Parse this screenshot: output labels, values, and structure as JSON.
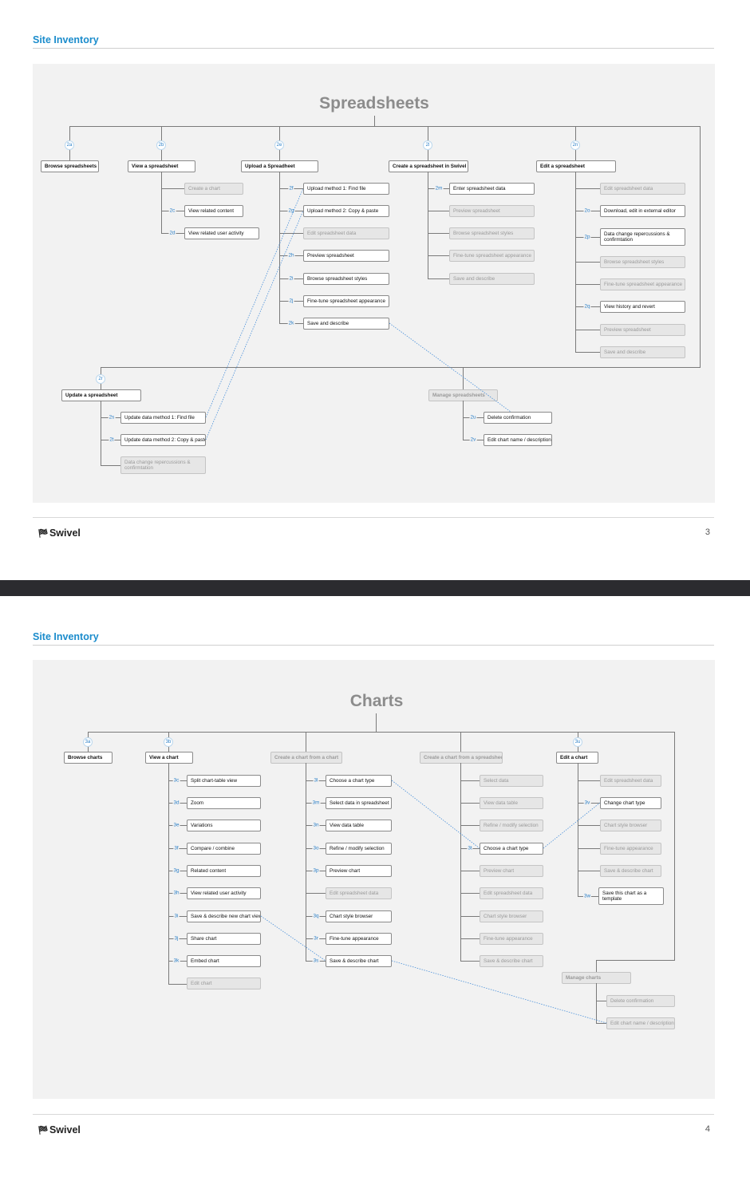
{
  "pages": [
    {
      "section_title": "Site Inventory",
      "diagram_title": "Spreadsheets",
      "logo": "Swivel",
      "page_number": "3",
      "badges": {
        "b2a": "2a",
        "b2b": "2b",
        "b2e": "2e",
        "b2l": "2l",
        "b2n": "2n",
        "b2r": "2r"
      },
      "nums": {
        "n2c": "2c",
        "n2d": "2d",
        "n2f": "2f",
        "n2g": "2g",
        "n2h": "2h",
        "n2i": "2i",
        "n2j": "2j",
        "n2k": "2k",
        "n2m": "2m",
        "n2o": "2o",
        "n2p": "2p",
        "n2q": "2q",
        "n2s": "2s",
        "n2t": "2t",
        "n2u": "2u",
        "n2v": "2v"
      },
      "nodes": {
        "browse_spreadsheets": "Browse spreadsheets",
        "view_spreadsheet": "View a spreadsheet",
        "create_chart": "Create a chart",
        "view_related_content": "View related content",
        "view_related_user_activity": "View related user activity",
        "upload_spreadsheet": "Upload a Spreadheet",
        "upload_find_file": "Upload method 1: Find file",
        "upload_copy_paste": "Upload method 2: Copy & paste",
        "edit_spreadsheet_data_a": "Edit spreadsheet data",
        "preview_spreadsheet_a": "Preview spreadsheet",
        "browse_spreadsheet_styles_a": "Browse spreadsheet styles",
        "fine_tune_a": "Fine-tune spreadsheet appearance",
        "save_describe_a": "Save and describe",
        "create_in_swivel": "Create a spreadsheet in Swivel",
        "enter_data": "Enter spreadsheet data",
        "preview_spreadsheet_b": "Preview spreadsheet",
        "browse_spreadsheet_styles_b": "Browse spreadsheet styles",
        "fine_tune_b": "Fine-tune spreadsheet appearance",
        "save_describe_b": "Save and describe",
        "edit_spreadsheet": "Edit a spreadsheet",
        "edit_spreadsheet_data_c": "Edit spreadsheet data",
        "download_external": "Download, edit in external editor",
        "data_change_repercussions_c": "Data change repercussions & confirmtation",
        "browse_spreadsheet_styles_c": "Browse spreadsheet styles",
        "fine_tune_c": "Fine-tune spreadsheet appearance",
        "view_history_revert": "View history and revert",
        "preview_spreadsheet_c": "Preview spreadsheet",
        "save_describe_c": "Save and describe",
        "update_spreadsheet": "Update a spreadsheet",
        "update_find_file": "Update data method 1: Find file",
        "update_copy_paste": "Update data method 2: Copy & paste",
        "update_repercussions": "Data change repercussions & confirmtation",
        "manage_spreadsheets": "Manage spreadsheets",
        "delete_confirmation": "Delete confirmation",
        "edit_chart_name": "Edit chart name / description"
      }
    },
    {
      "section_title": "Site Inventory",
      "diagram_title": "Charts",
      "logo": "Swivel",
      "page_number": "4",
      "badges": {
        "b3a": "3a",
        "b3b": "3b",
        "b3u": "3u"
      },
      "nums": {
        "n3c": "3c",
        "n3d": "3d",
        "n3e": "3e",
        "n3f": "3f",
        "n3g": "3g",
        "n3h": "3h",
        "n3i": "3i",
        "n3j": "3j",
        "n3k": "3k",
        "n3l": "3l",
        "n3m": "3m",
        "n3n": "3n",
        "n3o": "3o",
        "n3p": "3p",
        "n3q": "3q",
        "n3r": "3r",
        "n3s": "3s",
        "n3t": "3t",
        "n3v": "3v",
        "n3w": "3w"
      },
      "nodes": {
        "browse_charts": "Browse charts",
        "view_chart": "View a chart",
        "split_view": "Split chart-table view",
        "zoom": "Zoom",
        "variations": "Variations",
        "compare_combine": "Compare / combine",
        "related_content": "Related content",
        "view_related_user_activity": "View related user activity",
        "save_new_view": "Save & describe new chart view",
        "share_chart": "Share chart",
        "embed_chart": "Embed chart",
        "edit_chart_a": "Edit chart",
        "create_from_chart": "Create a chart from a chart",
        "choose_chart_type_a": "Choose a chart type",
        "select_data_in_spreadsheet": "Select data in spreadsheet",
        "view_data_table_a": "View data table",
        "refine_selection_a": "Refine / modify selection",
        "preview_chart_a": "Preview chart",
        "edit_spreadsheet_data_a": "Edit spreadsheet data",
        "chart_style_browser_a": "Chart style browser",
        "fine_tune_a": "Fine-tune appearance",
        "save_describe_chart_a": "Save & describe chart",
        "create_from_spreadsheet": "Create a chart from a spreadsheet",
        "select_data": "Select data",
        "view_data_table_b": "View data table",
        "refine_selection_b": "Refine / modify selection",
        "choose_chart_type_b": "Choose a chart type",
        "preview_chart_b": "Preview chart",
        "edit_spreadsheet_data_b": "Edit spreadsheet data",
        "chart_style_browser_b": "Chart style browser",
        "fine_tune_b": "Fine-tune appearance",
        "save_describe_chart_b": "Save & describe chart",
        "edit_chart": "Edit a chart",
        "edit_spreadsheet_data_c": "Edit spreadsheet data",
        "change_chart_type": "Change chart type",
        "chart_style_browser_c": "Chart style browser",
        "fine_tune_c": "Fine-tune appearance",
        "save_describe_chart_c": "Save & describe chart",
        "save_as_template": "Save this chart as a template",
        "manage_charts": "Manage charts",
        "delete_confirmation": "Delete confirmation",
        "edit_chart_name": "Edit chart name / description"
      }
    }
  ]
}
